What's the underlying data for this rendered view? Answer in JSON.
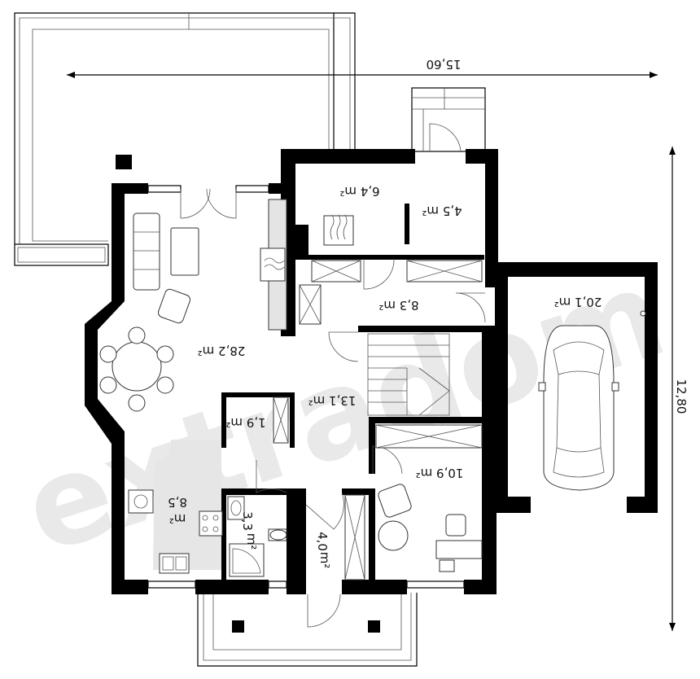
{
  "watermark": "extradom",
  "dimensions": {
    "width": "15,60",
    "depth": "12,80"
  },
  "rooms": {
    "living": "28,2 m²",
    "boiler": "6,4 m²",
    "storage": "4,5 m²",
    "hall_upper": "8,3 m²",
    "garage": "20,1 m²",
    "hall_main": "13,1 m²",
    "wc_small": "1,9 m²",
    "kitchen_value": "8,5",
    "kitchen_unit": "m²",
    "bathroom_value": "3,3",
    "bathroom_unit": "m²",
    "vestibule_value": "4,0",
    "vestibule_unit": "m²",
    "office": "10,9 m²"
  },
  "colors": {
    "walls": "#000000",
    "kitchen_floor": "#e6e6e6"
  }
}
